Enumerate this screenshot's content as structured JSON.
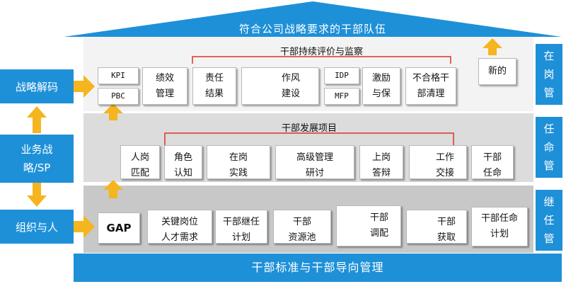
{
  "roof_title": "符合公司战略要求的干部队伍",
  "foundation": "干部标准与干部导向管理",
  "left": {
    "decode": "战略解码",
    "strategy": "业务战略/SP",
    "org": "组织与人"
  },
  "right": {
    "post": [
      "在",
      "岗",
      "管"
    ],
    "appoint": [
      "任",
      "命",
      "管"
    ],
    "succession": [
      "继",
      "任",
      "管"
    ]
  },
  "tier1": {
    "bracket": "干部持续评价与监察",
    "kpi": "KPI",
    "pbc": "PBC",
    "perf": [
      "绩效",
      "管理"
    ],
    "resp": [
      "责任",
      "结果"
    ],
    "style": [
      "作风",
      "建设"
    ],
    "idp": "IDP",
    "mfp": "MFP",
    "incentive": [
      "激励",
      "与保"
    ],
    "unqualified": [
      "不合格干",
      "部清理"
    ],
    "new": "新的"
  },
  "tier2": {
    "bracket": "干部发展项目",
    "items": [
      [
        "人岗",
        "匹配"
      ],
      [
        "角色",
        "认知"
      ],
      [
        "在岗",
        "实践"
      ],
      [
        "高级管理",
        "研讨"
      ],
      [
        "上岗",
        "答辩"
      ],
      [
        "工作",
        "交接"
      ],
      [
        "干部",
        "任命"
      ]
    ]
  },
  "tier3": {
    "gap": "GAP",
    "items": [
      [
        "关键岗位",
        "人才需求"
      ],
      [
        "干部继任",
        "计划"
      ],
      [
        "干部",
        "资源池"
      ],
      [
        "干部",
        "调配"
      ],
      [
        "干部",
        "获取"
      ],
      [
        "干部任命",
        "计划"
      ]
    ]
  },
  "colors": {
    "blue": "#1e90d8",
    "arrow": "#f5b51e",
    "bracket": "#d9342b"
  }
}
